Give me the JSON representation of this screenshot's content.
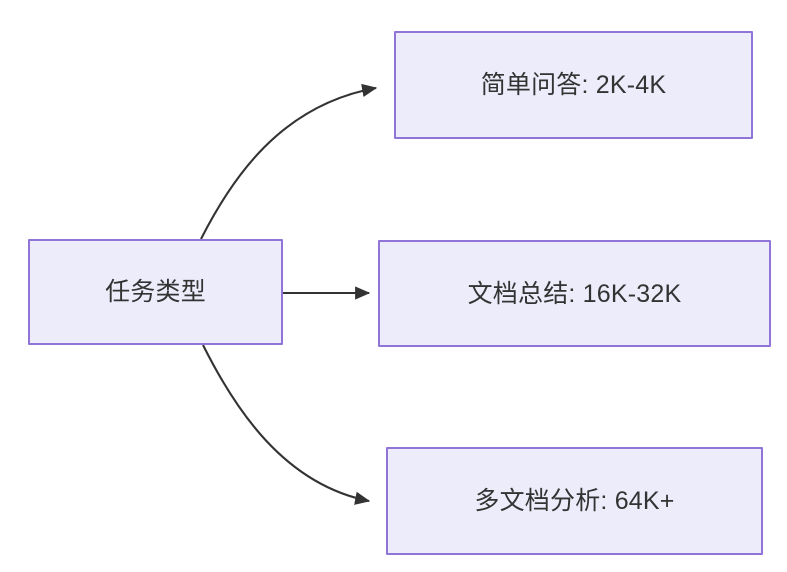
{
  "diagram": {
    "type": "flowchart",
    "direction": "left-to-right",
    "background_color": "#ffffff",
    "node_fill_color": "#ececfb",
    "node_border_color": "#9174d8",
    "text_color": "#333333",
    "edge_color": "#333333",
    "nodes": [
      {
        "id": "root",
        "label": "任务类型",
        "role": "source"
      },
      {
        "id": "simple_qa",
        "label": "简单问答: 2K-4K",
        "role": "target"
      },
      {
        "id": "doc_summary",
        "label": "文档总结: 16K-32K",
        "role": "target"
      },
      {
        "id": "multi_doc",
        "label": "多文档分析: 64K+",
        "role": "target"
      }
    ],
    "edges": [
      {
        "from": "root",
        "to": "simple_qa",
        "label": "",
        "style": "curved-arrow"
      },
      {
        "from": "root",
        "to": "doc_summary",
        "label": "",
        "style": "straight-arrow"
      },
      {
        "from": "root",
        "to": "multi_doc",
        "label": "",
        "style": "curved-arrow"
      }
    ]
  }
}
